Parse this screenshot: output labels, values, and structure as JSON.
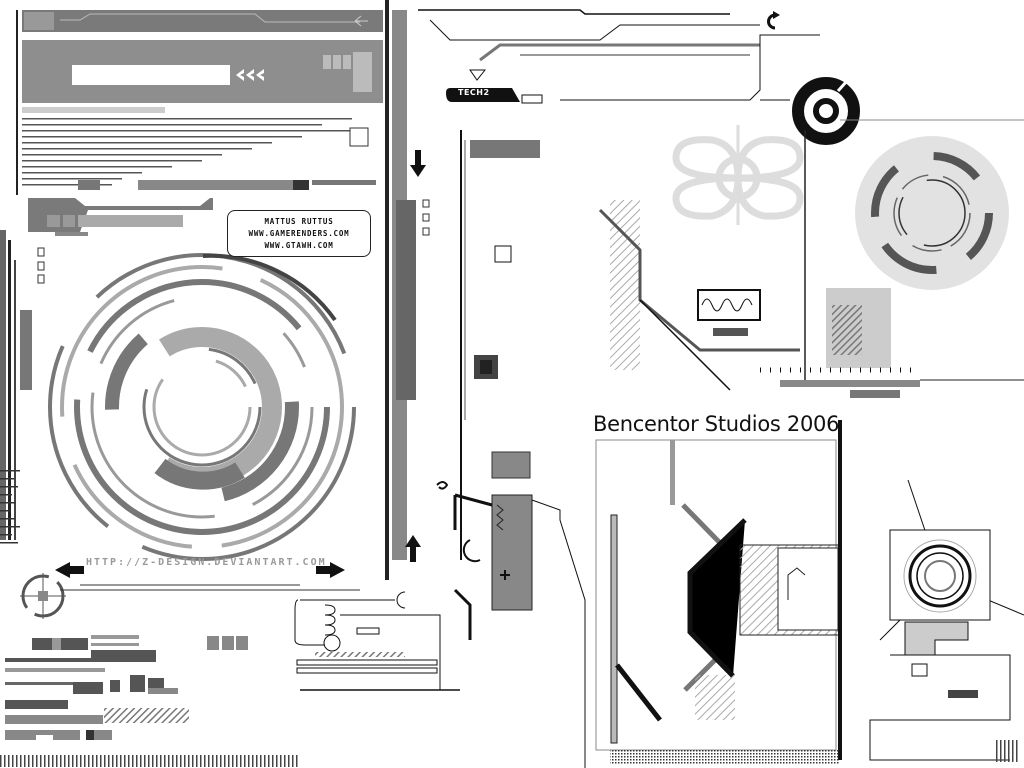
{
  "artwork": {
    "type": "tech-interface wallpaper",
    "palette": {
      "background": "#ffffff",
      "ink": "#111111",
      "dark_gray": "#555555",
      "mid_gray": "#888888",
      "light_gray": "#bbbbbb",
      "pale_gray": "#dddddd"
    }
  },
  "credits": {
    "author": "MATTUS RUTTUS",
    "site_1": "WWW.GAMERENDERS.COM",
    "site_2": "WWW.GTAWH.COM"
  },
  "footer_url": "HTTP://Z-DESIGN.DEVIANTART.COM",
  "tech_badge": "TECH2",
  "studio_title": "Bencentor Studios 2006",
  "icons": [
    "double-chevron-left-icon",
    "arrow-left-icon",
    "arrow-right-icon",
    "arrow-down-icon",
    "arrow-up-icon",
    "target-ring-icon",
    "sine-wave-icon",
    "cube-icon",
    "refresh-arrow-icon"
  ]
}
